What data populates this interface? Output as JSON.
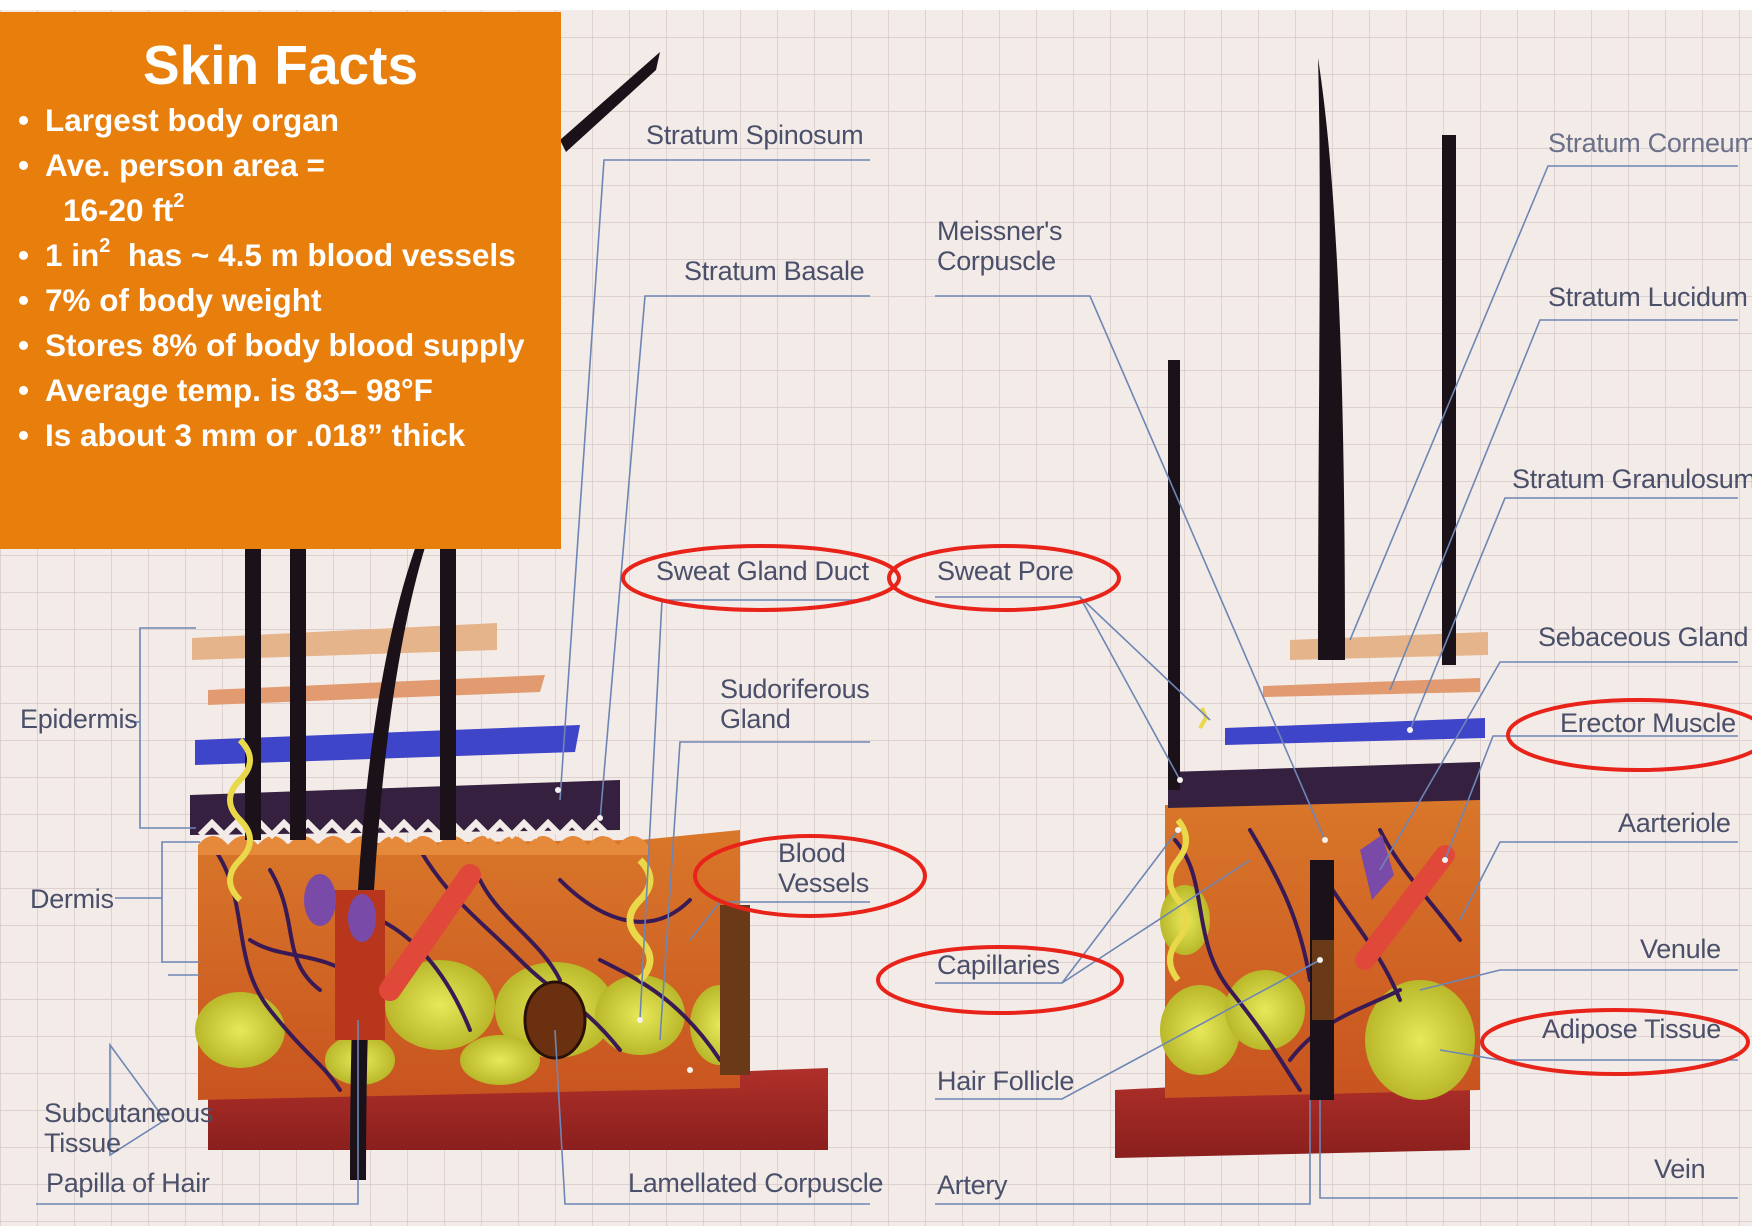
{
  "facts": {
    "title": "Skin Facts",
    "items": [
      {
        "text": "Largest body organ"
      },
      {
        "text": "Ave. person  area ="
      },
      {
        "text": "16-20 ft",
        "sup": "2",
        "continuation": true
      },
      {
        "text": "1 in",
        "sup": "2",
        "after": "  has ~ 4.5 m blood vessels"
      },
      {
        "text": "7% of body weight"
      },
      {
        "text": "Stores 8% of body blood supply"
      },
      {
        "text": "Average temp. is 83– 98°F"
      },
      {
        "text": "Is about 3 mm or .018” thick"
      }
    ],
    "bullet": "•"
  },
  "labels": {
    "stratum_spinosum": "Stratum Spinosum",
    "stratum_basale": "Stratum Basale",
    "meissners_corpuscle": [
      "Meissner's",
      "Corpuscle"
    ],
    "stratum_corneum": "Stratum Corneum",
    "stratum_lucidum": "Stratum  Lucidum",
    "stratum_granulosum": "Stratum Granulosum",
    "sweat_gland_duct": "Sweat Gland Duct",
    "sweat_pore": "Sweat Pore",
    "sebaceous_gland": "Sebaceous Gland",
    "sudoriferous_gland": [
      "Sudoriferous",
      "Gland"
    ],
    "erector_muscle": "Erector  Muscle",
    "epidermis": "Epidermis",
    "aarteriole": "Aarteriole",
    "blood_vessels": [
      "Blood",
      "Vessels"
    ],
    "dermis": "Dermis",
    "capillaries": "Capillaries",
    "venule": "Venule",
    "adipose_tissue": "Adipose  Tissue",
    "hair_follicle": "Hair  Follicle",
    "subcutaneous_tissue": [
      "Subcutaneous",
      "Tissue"
    ],
    "papilla_of_hair": "Papilla of Hair",
    "lamellated_corpuscle": "Lamellated Corpuscle",
    "artery": "Artery",
    "vein": "Vein"
  },
  "highlighted": [
    "sweat_gland_duct",
    "sweat_pore",
    "blood_vessels",
    "capillaries",
    "erector_muscle",
    "adipose_tissue"
  ],
  "colors": {
    "facts_bg": "#e87e0c",
    "highlight_ring": "#e8231a",
    "label_text": "#4a4f6a",
    "grid_line": "#d9c9c6"
  }
}
